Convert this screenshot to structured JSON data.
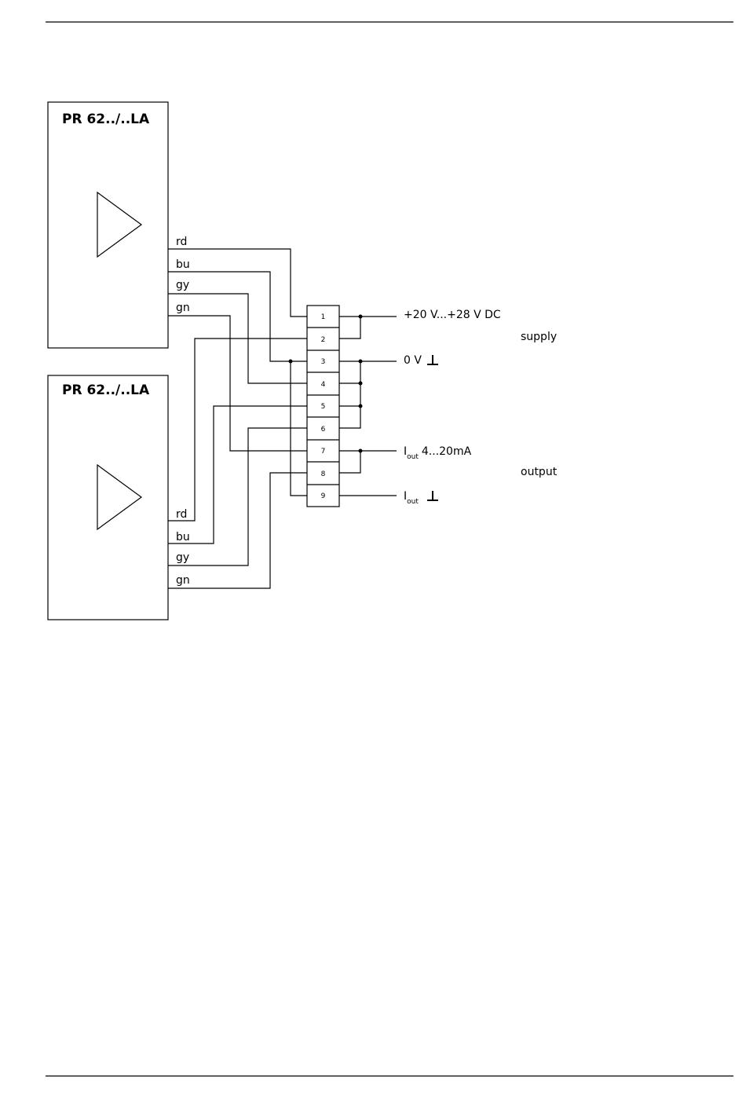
{
  "sensors": [
    {
      "title": "PR 62../..LA",
      "wires": [
        "rd",
        "bu",
        "gy",
        "gn"
      ]
    },
    {
      "title": "PR 62../..LA",
      "wires": [
        "rd",
        "bu",
        "gy",
        "gn"
      ]
    }
  ],
  "terminal_block": {
    "terminals": [
      "1",
      "2",
      "3",
      "4",
      "5",
      "6",
      "7",
      "8",
      "9"
    ]
  },
  "connections": {
    "supply_positive": "+20 V...+28 V DC",
    "supply_label": "supply",
    "zero_volt": "0 V",
    "current_out": "I",
    "current_out_sub": "out",
    "current_out_range": "4...20mA",
    "output_label": "output",
    "current_return": "I",
    "current_return_sub": "out",
    "ground_symbol": "⊥"
  }
}
